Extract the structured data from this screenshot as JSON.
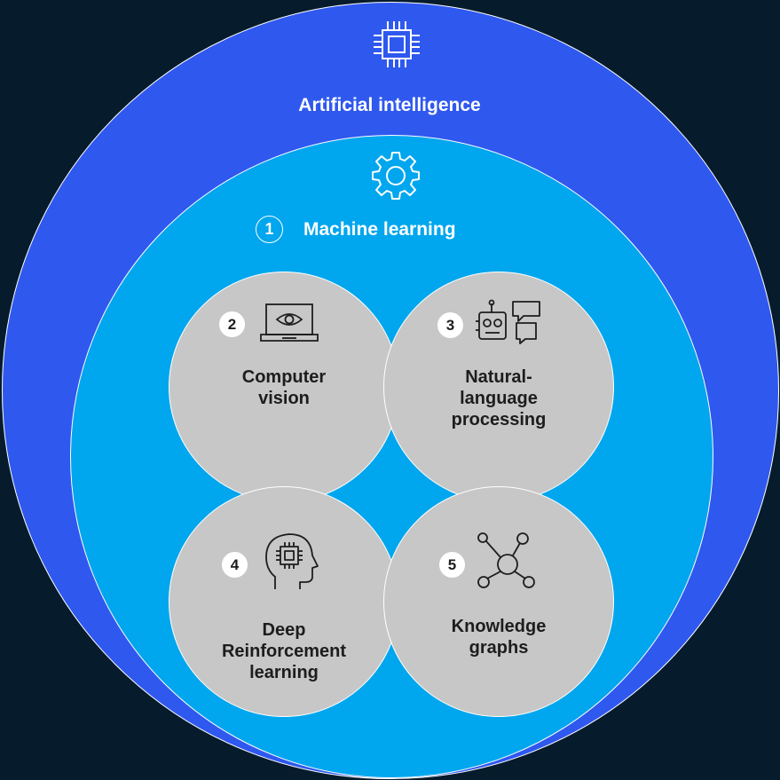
{
  "colors": {
    "background": "#061c2c",
    "ai_circle": "#2f58ef",
    "ml_circle": "#00a6ee",
    "sub_circle": "#c7c7c7",
    "line": "#ffffff"
  },
  "ai": {
    "icon": "chip-icon",
    "title": "Artificial intelligence"
  },
  "ml": {
    "icon": "gear-icon",
    "number": "1",
    "title": "Machine learning"
  },
  "areas": [
    {
      "number": "2",
      "icon": "laptop-eye-icon",
      "label_lines": [
        "Computer",
        "vision"
      ]
    },
    {
      "number": "3",
      "icon": "robot-chat-icon",
      "label_lines": [
        "Natural-",
        "language",
        "processing"
      ]
    },
    {
      "number": "4",
      "icon": "head-chip-icon",
      "label_lines": [
        "Deep",
        "Reinforcement",
        "learning"
      ]
    },
    {
      "number": "5",
      "icon": "network-graph-icon",
      "label_lines": [
        "Knowledge",
        "graphs"
      ]
    }
  ]
}
